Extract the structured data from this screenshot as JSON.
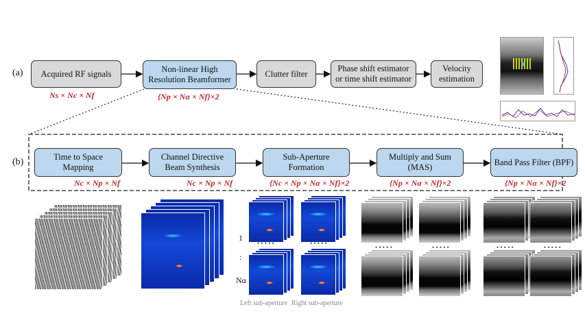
{
  "label_a": "(a)",
  "label_b": "(b)",
  "row_a": [
    {
      "name": "acquired-rf-box",
      "text": "Acquired RF signals",
      "dim": "Ns × Nc × Nf"
    },
    {
      "name": "nonlinear-beamformer-box",
      "text": "Non-linear High Resolution Beamformer",
      "dim": "{Np × Nα × Nf}×2"
    },
    {
      "name": "clutter-filter-box",
      "text": "Clutter filter",
      "dim": ""
    },
    {
      "name": "phase-shift-box",
      "text": "Phase shift estimator or time shift estimator",
      "dim": ""
    },
    {
      "name": "velocity-estimation-box",
      "text": "Velocity estimation",
      "dim": ""
    }
  ],
  "row_b": [
    {
      "name": "time-to-space-box",
      "text": "Time to Space Mapping",
      "dim": "Nc × Np × Nf"
    },
    {
      "name": "channel-directive-box",
      "text": "Channel Directive Beam Synthesis",
      "dim": "Nc × Np × Nf"
    },
    {
      "name": "sub-aperture-box",
      "text": "Sub-Aperture Formation",
      "dim": "{Nc × Np × Nα × Nf}×2"
    },
    {
      "name": "mas-box",
      "text": "Multiply and Sum (MAS)",
      "dim": "{Np × Nα × Nf}×2"
    },
    {
      "name": "bpf-box",
      "text": "Band Pass Filter (BPF)",
      "dim": "{Np × Nα × Nf}×2"
    }
  ],
  "sub_aperture_index_top": "1",
  "sub_aperture_index_mid": ":",
  "sub_aperture_index_bottom": "Nα",
  "left_caption": "Left sub-aperture",
  "right_caption": "Right sub-aperture",
  "ellipsis": "• • • • •"
}
